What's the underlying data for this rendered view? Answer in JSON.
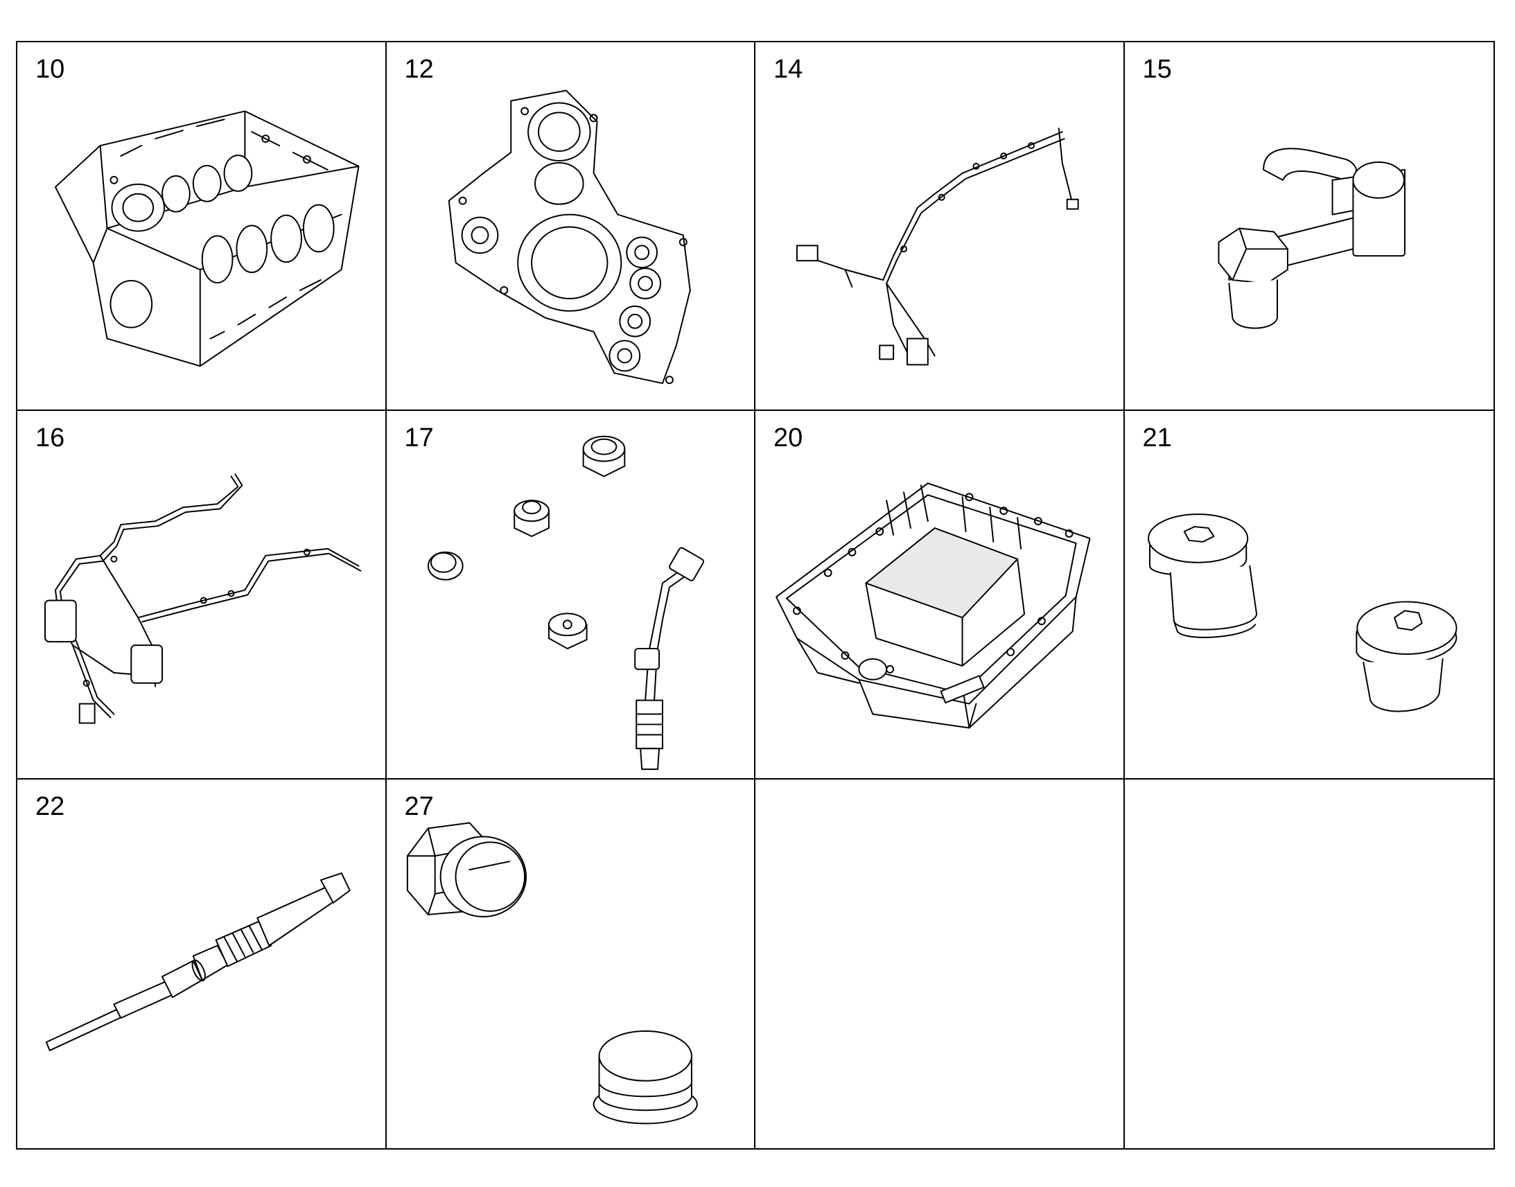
{
  "cells": [
    {
      "label": "10",
      "icon": "engine-block-icon"
    },
    {
      "label": "12",
      "icon": "timing-cover-icon"
    },
    {
      "label": "14",
      "icon": "wiring-harness-icon"
    },
    {
      "label": "15",
      "icon": "oil-pipe-plug-icon"
    },
    {
      "label": "16",
      "icon": "fuel-line-harness-icon"
    },
    {
      "label": "17",
      "icon": "plugs-and-pipe-icon"
    },
    {
      "label": "20",
      "icon": "oil-pan-icon"
    },
    {
      "label": "21",
      "icon": "hex-socket-plugs-icon"
    },
    {
      "label": "22",
      "icon": "glow-plug-icon"
    },
    {
      "label": "27",
      "icon": "screw-plug-and-cap-icon"
    },
    {
      "label": "",
      "icon": ""
    },
    {
      "label": "",
      "icon": ""
    }
  ]
}
